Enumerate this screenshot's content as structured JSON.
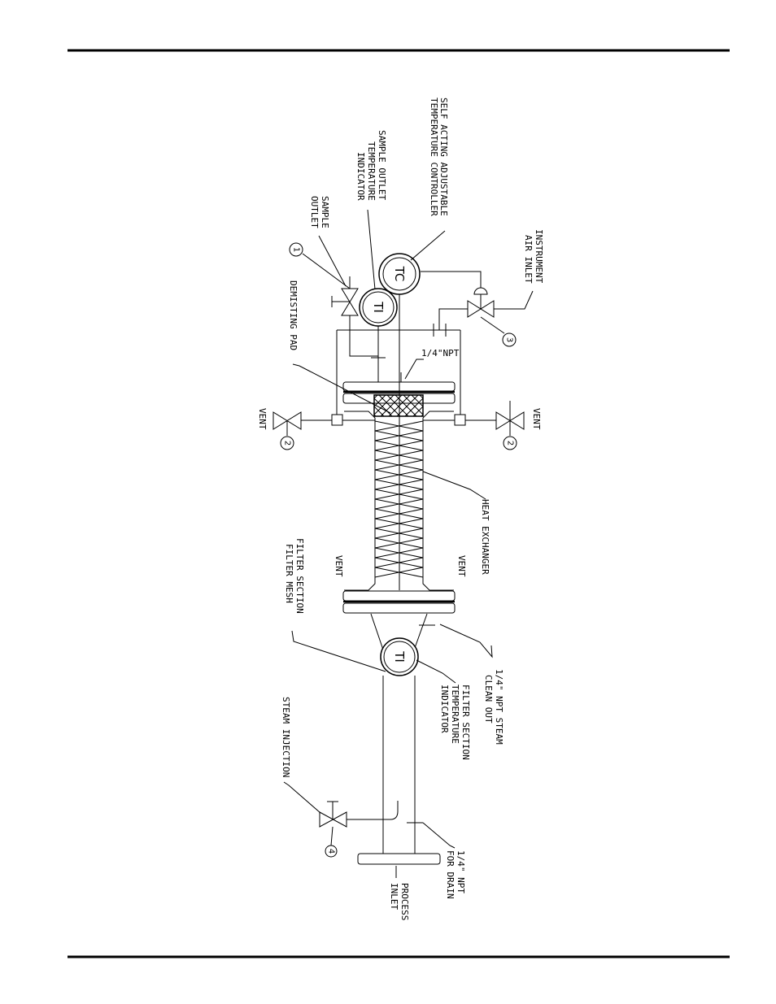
{
  "labels": {
    "self_acting_line1": "SELF ACTING ADJUSTABLE",
    "self_acting_line2": "TEMPERATURE CONTROLLER",
    "sample_outlet_ti_line1": "SAMPLE OUTLET",
    "sample_outlet_ti_line2": "TEMPERATURE",
    "sample_outlet_ti_line3": "INDICATOR",
    "sample_outlet_line1": "SAMPLE",
    "sample_outlet_line2": "OUTLET",
    "instrument_air_line1": "INSTRUMENT",
    "instrument_air_line2": "AIR INLET",
    "demisting_pad": "DEMISTING PAD",
    "npt_top": "1/4\"NPT",
    "vent_left": "VENT",
    "vent_right": "VENT",
    "vent_lower_left": "VENT",
    "vent_lower_right": "VENT",
    "heat_exchanger": "HEAT EXCHANGER",
    "filter_section_line1": "FILTER SECTION",
    "filter_section_line2": "FILTER MESH",
    "steam_clean_line1": "1/4\" NPT STEAM",
    "steam_clean_line2": "CLEAN OUT",
    "filter_ti_line1": "FILTER SECTION",
    "filter_ti_line2": "TEMPERATURE",
    "filter_ti_line3": "INDICATOR",
    "steam_injection": "STEAM INJECTION",
    "npt_drain_line1": "1/4\" NPT",
    "npt_drain_line2": "FOR DRAIN",
    "process_inlet_line1": "PROCESS",
    "process_inlet_line2": "INLET"
  },
  "tags": {
    "tc": "TC",
    "ti_top": "TI",
    "ti_bottom": "TI"
  },
  "callouts": {
    "c1": "1",
    "c2_left": "2",
    "c2_right": "2",
    "c3": "3",
    "c4": "4"
  }
}
